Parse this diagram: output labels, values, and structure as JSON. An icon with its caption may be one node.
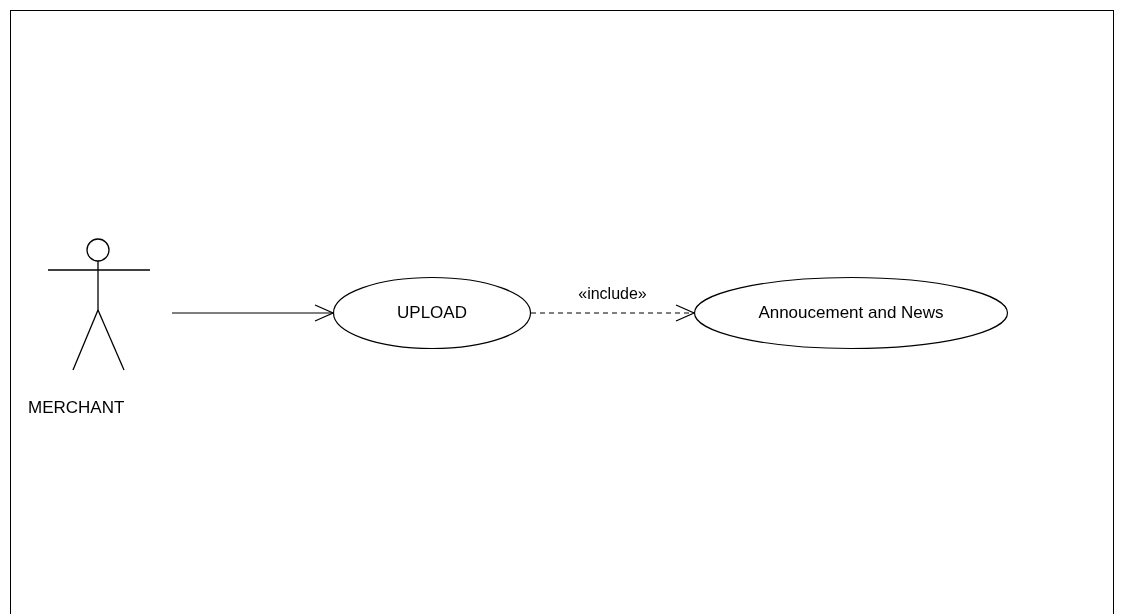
{
  "diagram": {
    "nodes": [
      {
        "text": [
          "MERCHANT"
        ]
      },
      {
        "text": [
          "UPLOAD"
        ]
      },
      {
        "text": [
          "Annoucement and News"
        ]
      }
    ],
    "edges": [
      {
        "from": 0,
        "to": 1,
        "arrow": "to"
      },
      {
        "from": 1,
        "to": 2,
        "arrow": "to",
        "label": "«include»",
        "style": "dashed"
      }
    ]
  }
}
